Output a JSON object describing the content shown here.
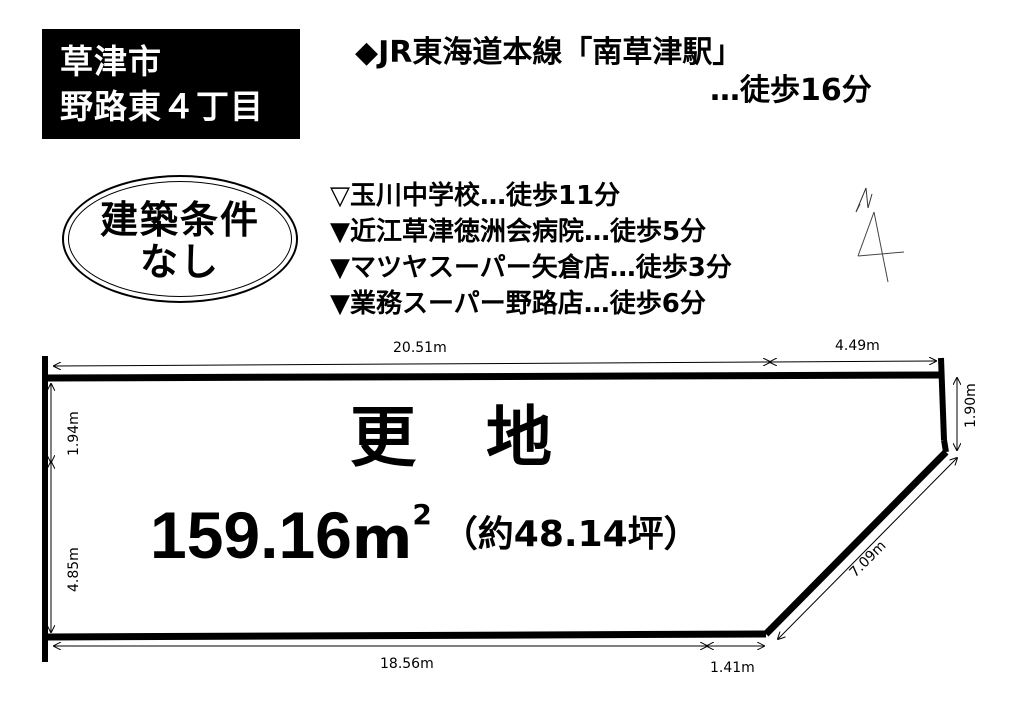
{
  "location": {
    "line1": "草津市",
    "line2": "野路東４丁目"
  },
  "station": {
    "line": "◆JR東海道本線「南草津駅」",
    "walk": "…徒歩16分"
  },
  "condition": {
    "line1": "建築条件",
    "line2": "なし"
  },
  "facilities": [
    {
      "marker": "▽",
      "text": "玉川中学校…徒歩11分"
    },
    {
      "marker": "▼",
      "text": "近江草津徳洲会病院…徒歩5分"
    },
    {
      "marker": "▼",
      "text": "マツヤスーパー矢倉店…徒歩3分"
    },
    {
      "marker": "▼",
      "text": "業務スーパー野路店…徒歩6分"
    }
  ],
  "plot": {
    "title": "更地",
    "area": "159.16",
    "area_unit": "m",
    "area_sq": "2",
    "tsubo": "（約48.14坪）",
    "dimensions": {
      "top_main": "20.51m",
      "top_right": "4.49m",
      "right": "1.90m",
      "diagonal": "7.09m",
      "bottom_main": "18.56m",
      "bottom_right": "1.41m",
      "left_upper": "1.94m",
      "left_lower": "4.85m"
    }
  },
  "north_arrow": {
    "icon": "north-arrow-icon",
    "label": "N"
  }
}
